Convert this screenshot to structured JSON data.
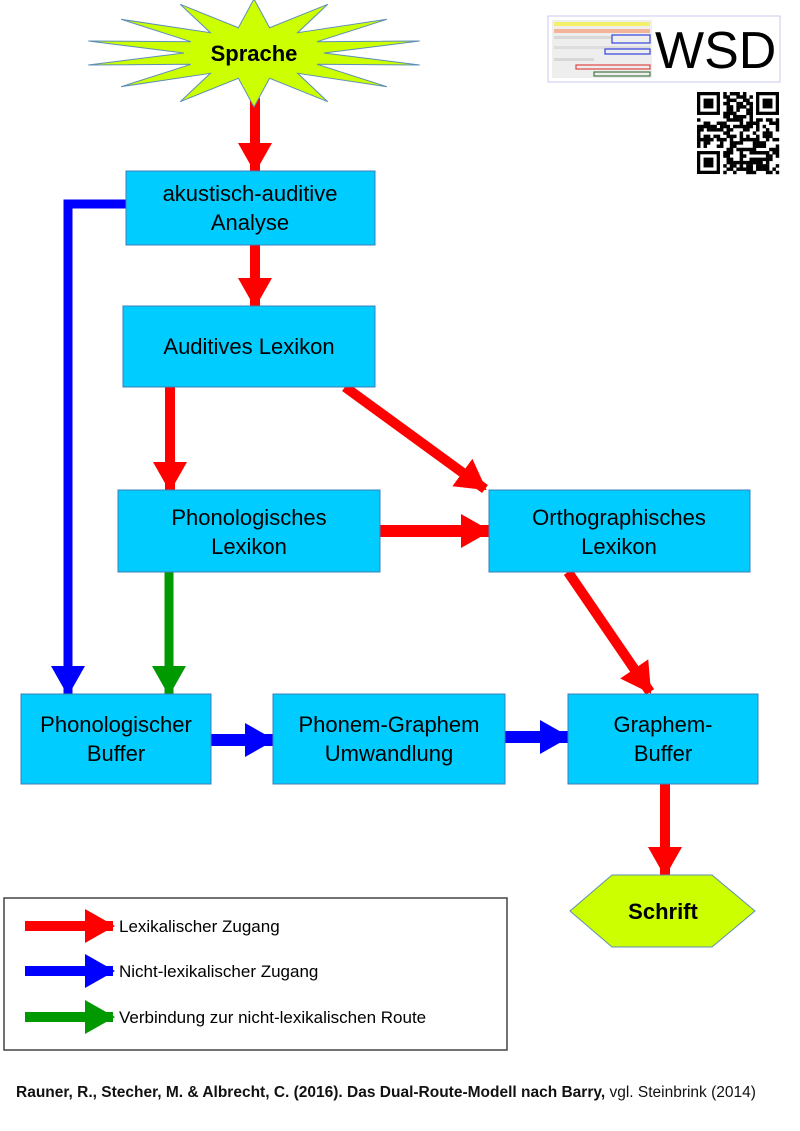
{
  "colors": {
    "box_fill": "#00ccff",
    "box_border": "#3d7fb8",
    "terminal_fill": "#ccff00",
    "lexical": "#ff0000",
    "non_lexical": "#0000ff",
    "connection": "#009900"
  },
  "start": {
    "label": "Sprache",
    "shape": "star"
  },
  "end": {
    "label": "Schrift",
    "shape": "hexagon"
  },
  "nodes": {
    "analyse": {
      "lines": [
        "akustisch-auditive",
        "Analyse"
      ]
    },
    "auditives_lexikon": {
      "lines": [
        "Auditives Lexikon"
      ]
    },
    "phonologisches_lexikon": {
      "lines": [
        "Phonologisches",
        "Lexikon"
      ]
    },
    "orthographisches_lexikon": {
      "lines": [
        "Orthographisches",
        "Lexikon"
      ]
    },
    "phonologischer_buffer": {
      "lines": [
        "Phonologischer",
        "Buffer"
      ]
    },
    "phonem_graphem": {
      "lines": [
        "Phonem-Graphem",
        "Umwandlung"
      ]
    },
    "graphem_buffer": {
      "lines": [
        "Graphem-",
        "Buffer"
      ]
    }
  },
  "edges": [
    {
      "from": "Sprache",
      "to": "akustisch-auditive Analyse",
      "type": "lexical"
    },
    {
      "from": "akustisch-auditive Analyse",
      "to": "Auditives Lexikon",
      "type": "lexical"
    },
    {
      "from": "akustisch-auditive Analyse",
      "to": "Phonologischer Buffer",
      "type": "non_lexical"
    },
    {
      "from": "Auditives Lexikon",
      "to": "Phonologisches Lexikon",
      "type": "lexical"
    },
    {
      "from": "Auditives Lexikon",
      "to": "Orthographisches Lexikon",
      "type": "lexical"
    },
    {
      "from": "Phonologisches Lexikon",
      "to": "Orthographisches Lexikon",
      "type": "lexical"
    },
    {
      "from": "Phonologisches Lexikon",
      "to": "Phonologischer Buffer",
      "type": "connection"
    },
    {
      "from": "Orthographisches Lexikon",
      "to": "Graphem-Buffer",
      "type": "lexical"
    },
    {
      "from": "Phonologischer Buffer",
      "to": "Phonem-Graphem Umwandlung",
      "type": "non_lexical"
    },
    {
      "from": "Phonem-Graphem Umwandlung",
      "to": "Graphem-Buffer",
      "type": "non_lexical"
    },
    {
      "from": "Graphem-Buffer",
      "to": "Schrift",
      "type": "lexical"
    }
  ],
  "legend": {
    "items": [
      {
        "label": "Lexikalischer Zugang",
        "type": "lexical"
      },
      {
        "label": "Nicht-lexikalischer Zugang",
        "type": "non_lexical"
      },
      {
        "label": "Verbindung zur nicht-lexikalischen Route",
        "type": "connection"
      }
    ]
  },
  "logo": {
    "text": "WSD",
    "qr_code": "qr-code"
  },
  "citation": {
    "bold": "Rauner, R., Stecher, M. & Albrecht, C. (2016). Das Dual-Route-Modell nach Barry,",
    "normal": " vgl. Steinbrink (2014)"
  }
}
